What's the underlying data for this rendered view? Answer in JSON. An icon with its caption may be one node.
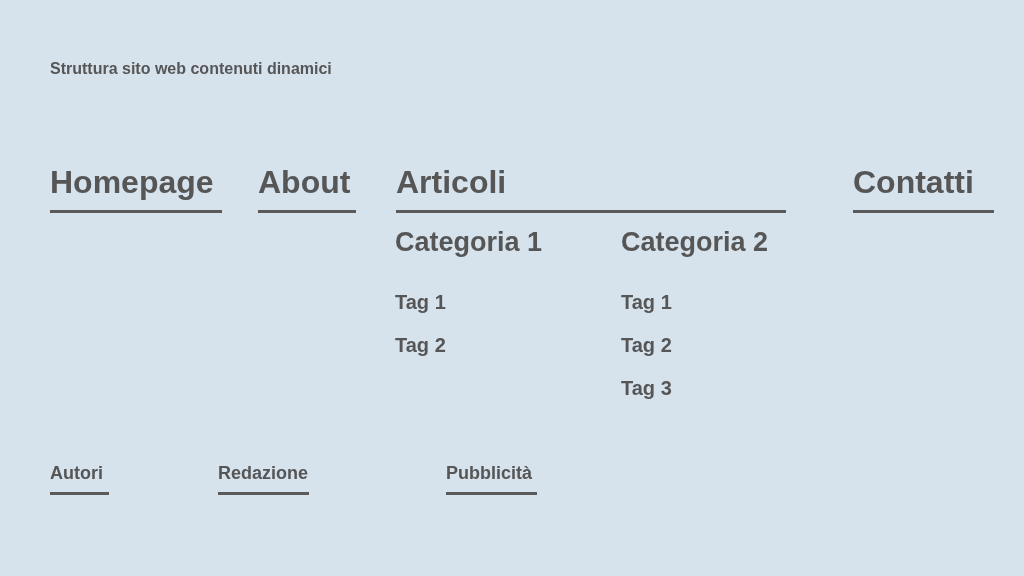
{
  "diagram": {
    "title": "Struttura sito web contenuti dinamici",
    "nodes": [
      {
        "text": [
          "Homepage"
        ]
      },
      {
        "text": [
          "About"
        ]
      },
      {
        "text": [
          "Articoli"
        ]
      },
      {
        "text": [
          "Contatti"
        ]
      },
      {
        "text": [
          "Autori"
        ]
      },
      {
        "text": [
          "Redazione"
        ]
      },
      {
        "text": [
          "Pubblicità"
        ]
      }
    ],
    "edges": [],
    "labels": [
      "Categoria 1",
      "Tag 1",
      "Tag 2",
      "Categoria 2",
      "Tag 1",
      "Tag 2",
      "Tag 3"
    ]
  }
}
